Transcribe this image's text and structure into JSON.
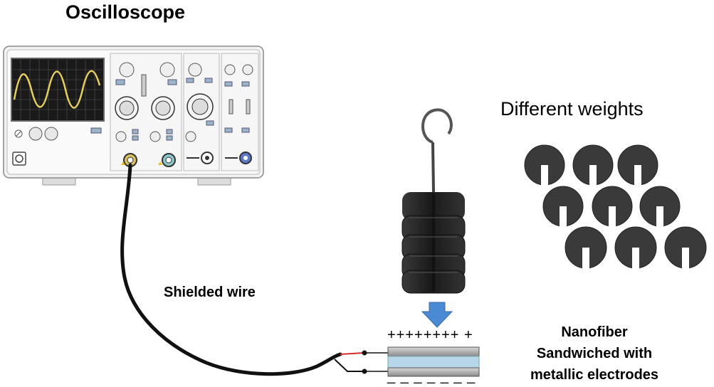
{
  "title": "Oscilloscope",
  "weights_label": "Different weights",
  "wire_label": "Shielded wire",
  "nanofiber_label": {
    "line1": "Nanofiber",
    "line2": "Sandwiched with",
    "line3": "metallic electrodes"
  },
  "plus_charges": "++++++++ +",
  "minus_charges": "_ _ _ _ _ _ _",
  "colors": {
    "screen": "#1a1a1a",
    "trace": "#e8d060",
    "arrow": "#4a8ad4",
    "weight": "#2a2a2a",
    "wire_red": "#d62a2a",
    "electrode": "#a0a0a0",
    "nanofiber": "#b6d6ea"
  }
}
